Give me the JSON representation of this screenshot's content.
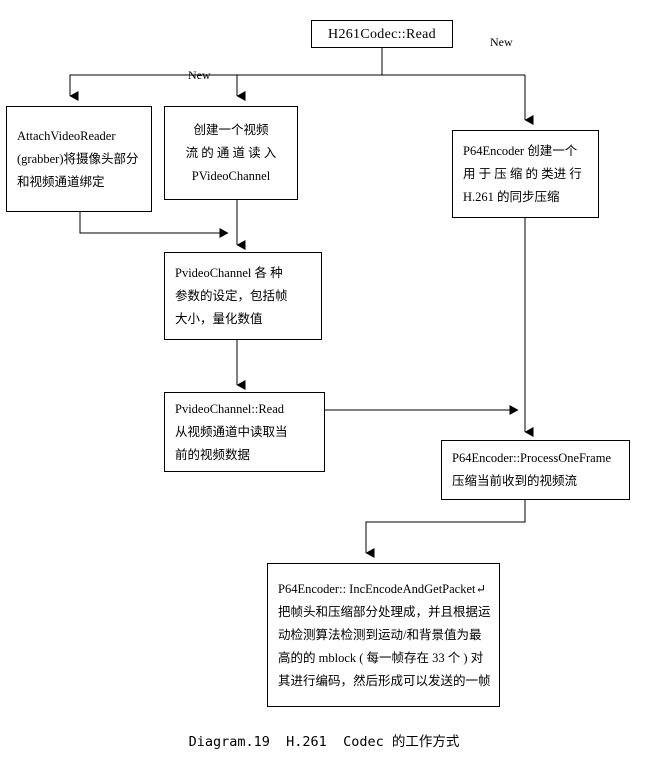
{
  "diagram": {
    "caption": "Diagram.19  H.261  Codec 的工作方式",
    "edge_labels": {
      "new_left": "New",
      "new_right": "New"
    },
    "nodes": {
      "read": {
        "name": "H261Codec::Read",
        "lines": [
          "H261Codec::Read"
        ]
      },
      "attach_video_reader": {
        "name": "AttachVideoReader",
        "lines": [
          "AttachVideoReader",
          "(grabber)将摄像头部分",
          "和视频通道绑定"
        ]
      },
      "create_video_stream": {
        "name": "创建一个视频流的通道读入 PVideoChannel",
        "lines": [
          "创建一个视频",
          "流 的 通 道 读 入",
          "PVideoChannel"
        ]
      },
      "p64encoder_create": {
        "name": "P64Encoder 创建一个用于压缩的类",
        "lines": [
          "P64Encoder 创建一个",
          "用 于 压 缩 的 类进 行",
          "H.261 的同步压缩"
        ]
      },
      "pvideochannel_params": {
        "name": "PvideoChannel 各种参数的设定",
        "lines": [
          "PvideoChannel 各 种",
          "参数的设定，包括帧",
          "大小，量化数值"
        ]
      },
      "pvideochannel_read": {
        "name": "PvideoChannel::Read",
        "lines": [
          "PvideoChannel::Read",
          "从视频通道中读取当",
          "前的视频数据"
        ]
      },
      "process_one_frame": {
        "name": "P64Encoder::ProcessOneFrame",
        "lines": [
          "P64Encoder::ProcessOneFrame",
          "压缩当前收到的视频流"
        ]
      },
      "inc_encode_and_get_packet": {
        "name": "P64Encoder::IncEncodeAndGetPacket",
        "lines": [
          "P64Encoder:: IncEncodeAndGetPacket↵",
          "把帧头和压缩部分处理成，并且根据运",
          "动检测算法检测到运动/和背景值为最",
          "高的的 mblock ( 每一帧存在 33 个 ) 对",
          "其进行编码，然后形成可以发送的一帧"
        ]
      }
    }
  }
}
